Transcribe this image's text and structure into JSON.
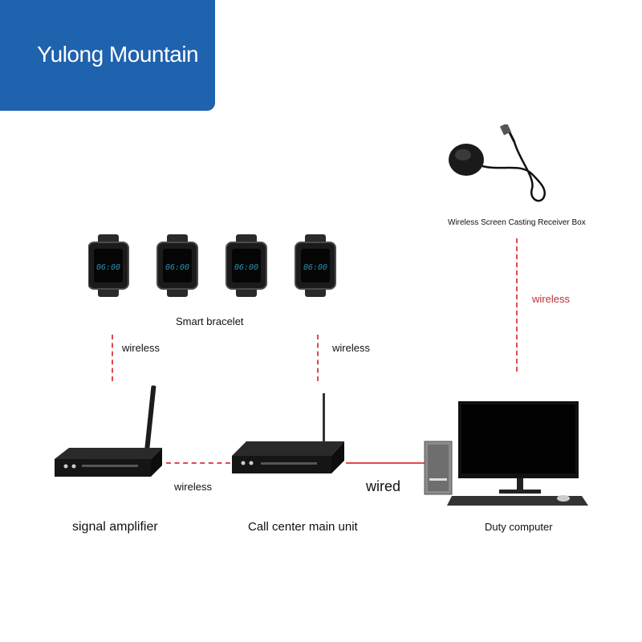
{
  "brand": {
    "title": "Yulong Mountain",
    "color": "#1f62ad"
  },
  "devices": {
    "receiver_box": {
      "label": "Wireless Screen Casting Receiver Box",
      "icon": "receiver-box-icon"
    },
    "bracelets": {
      "label": "Smart bracelet",
      "items": [
        {
          "time": "06:00",
          "icon": "smartwatch-icon"
        },
        {
          "time": "06:00",
          "icon": "smartwatch-icon"
        },
        {
          "time": "06:00",
          "icon": "smartwatch-icon"
        },
        {
          "time": "06:00",
          "icon": "smartwatch-icon"
        }
      ]
    },
    "amplifier": {
      "label": "signal amplifier",
      "icon": "router-icon"
    },
    "main_unit": {
      "label": "Call center main unit",
      "icon": "router-icon"
    },
    "computer": {
      "label": "Duty computer",
      "icon": "desktop-computer-icon"
    }
  },
  "links": {
    "bracelet_to_amplifier": "wireless",
    "bracelet_to_main_unit": "wireless",
    "amplifier_to_main_unit": "wireless",
    "main_unit_to_computer": "wired",
    "receiver_to_computer": "wireless"
  },
  "colors": {
    "link_line": "#e0494e",
    "link_label_red": "#b8323a"
  }
}
